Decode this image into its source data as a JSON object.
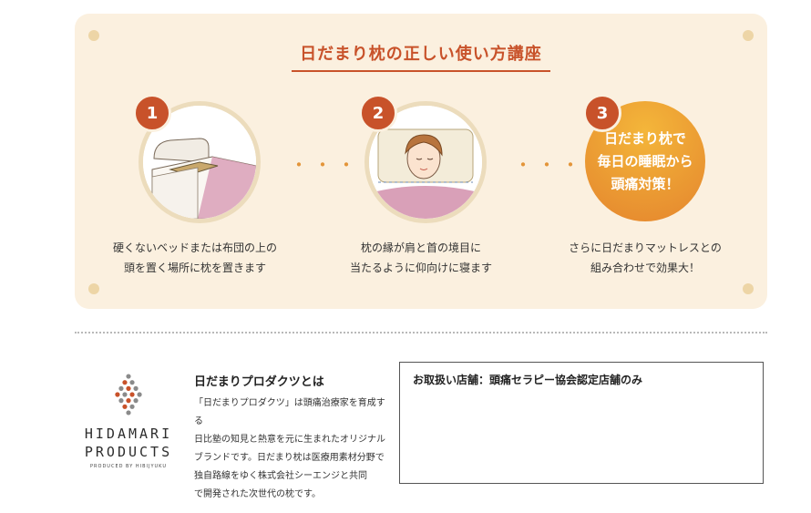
{
  "guide": {
    "title": "日だまり枕の正しい使い方講座",
    "steps": [
      {
        "number": "1",
        "caption_line1": "硬くないベッドまたは布団の上の",
        "caption_line2": "頭を置く場所に枕を置きます"
      },
      {
        "number": "2",
        "caption_line1": "枕の縁が肩と首の境目に",
        "caption_line2": "当たるように仰向けに寝ます"
      },
      {
        "number": "3",
        "circle_line1": "日だまり枕で",
        "circle_line2": "毎日の睡眠から",
        "circle_line3": "頭痛対策！",
        "caption_line1": "さらに日だまりマットレスとの",
        "caption_line2": "組み合わせで効果大！"
      }
    ],
    "connector": "・・・"
  },
  "brand": {
    "logo_line1": "HIDAMARI",
    "logo_line2": "PRODUCTS",
    "logo_line3": "PRODUCED BY HIBIJYUKU",
    "about_title": "日だまりプロダクツとは",
    "about_lines": [
      "「日だまりプロダクツ」は頭痛治療家を育成する",
      "日比塾の知見と熱意を元に生まれたオリジナル",
      "ブランドです。日だまり枕は医療用素材分野で",
      "独自路線をゆく株式会社シーエンジと共同",
      "で開発された次世代の枕です。"
    ]
  },
  "store": {
    "label": "お取扱い店舗：頭痛セラピー協会認定店舗のみ"
  },
  "colors": {
    "accent": "#c8522a",
    "panel": "#fbf0df",
    "gold": "#eb9b33"
  }
}
